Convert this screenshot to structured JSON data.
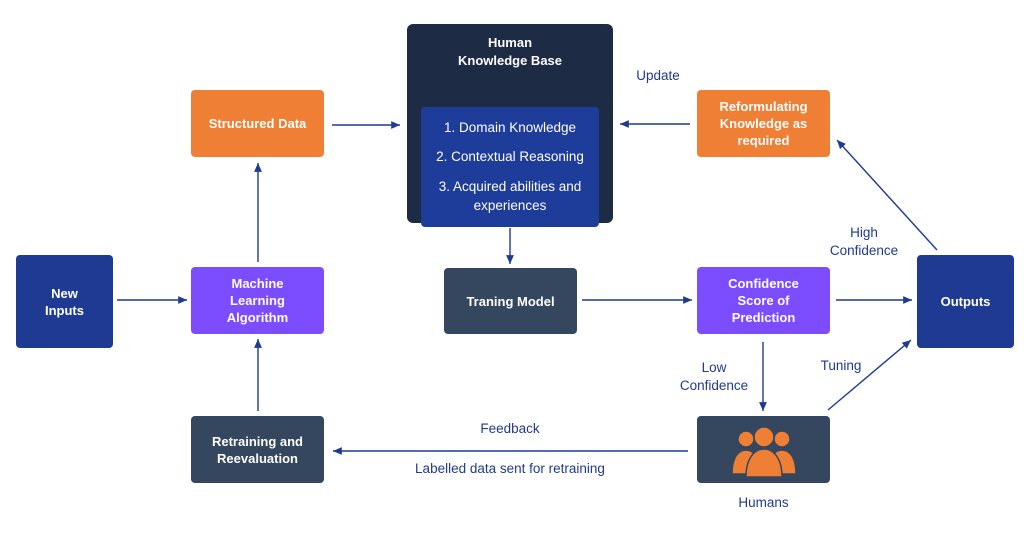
{
  "nodes": {
    "new_inputs": "New\nInputs",
    "structured_data": "Structured Data",
    "ml_algorithm": "Machine\nLearning\nAlgorithm",
    "retraining": "Retraining and\nReevaluation",
    "knowledge_base_title": "Human\nKnowledge Base",
    "training_model": "Traning Model",
    "confidence_score": "Confidence\nScore of\nPrediction",
    "reformulating": "Reformulating\nKnowledge as\nrequired",
    "outputs": "Outputs",
    "humans": "Humans"
  },
  "knowledge_items": [
    "1. Domain Knowledge",
    "2. Contextual Reasoning",
    "3. Acquired abilities and",
    "experiences"
  ],
  "edge_labels": {
    "update": "Update",
    "high_confidence": "High\nConfidence",
    "low_confidence": "Low\nConfidence",
    "tuning": "Tuning",
    "feedback": "Feedback",
    "labelled": "Labelled data sent for retraining"
  },
  "colors": {
    "navy": "#1f3a93",
    "purple": "#7c4dff",
    "orange": "#ef7f35",
    "slate": "#34475e",
    "dark": "#1d2b45",
    "humans_icon": "#ef7f35"
  },
  "icons": [
    "humans-group-icon"
  ]
}
